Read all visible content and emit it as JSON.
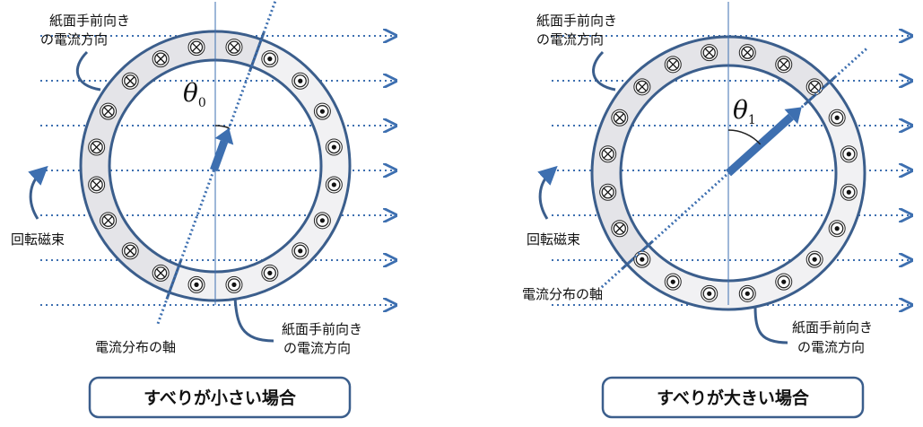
{
  "left": {
    "label_into_page_line1": "紙面手前向き",
    "label_into_page_line2": "の電流方向",
    "label_out_page_line1": "紙面手前向き",
    "label_out_page_line2": "の電流方向",
    "label_flux": "回転磁束",
    "label_axis": "電流分布の軸",
    "theta_symbol": "θ",
    "theta_sub": "0",
    "caption": "すべりが小さい場合",
    "angle_deg": 20
  },
  "right": {
    "label_into_page_line1": "紙面手前向き",
    "label_into_page_line2": "の電流方向",
    "label_out_page_line1": "紙面手前向き",
    "label_out_page_line2": "の電流方向",
    "label_flux": "回転磁束",
    "label_axis": "電流分布の軸",
    "theta_symbol": "θ",
    "theta_sub": "1",
    "caption": "すべりが大きい場合",
    "angle_deg": 48
  },
  "colors": {
    "ring": "#3B5E8C",
    "ring_fill": "#F1F1F3",
    "flux_line": "#3D6FB0",
    "arrow": "#3D6FB0",
    "caption_border": "#3B5E8C"
  }
}
